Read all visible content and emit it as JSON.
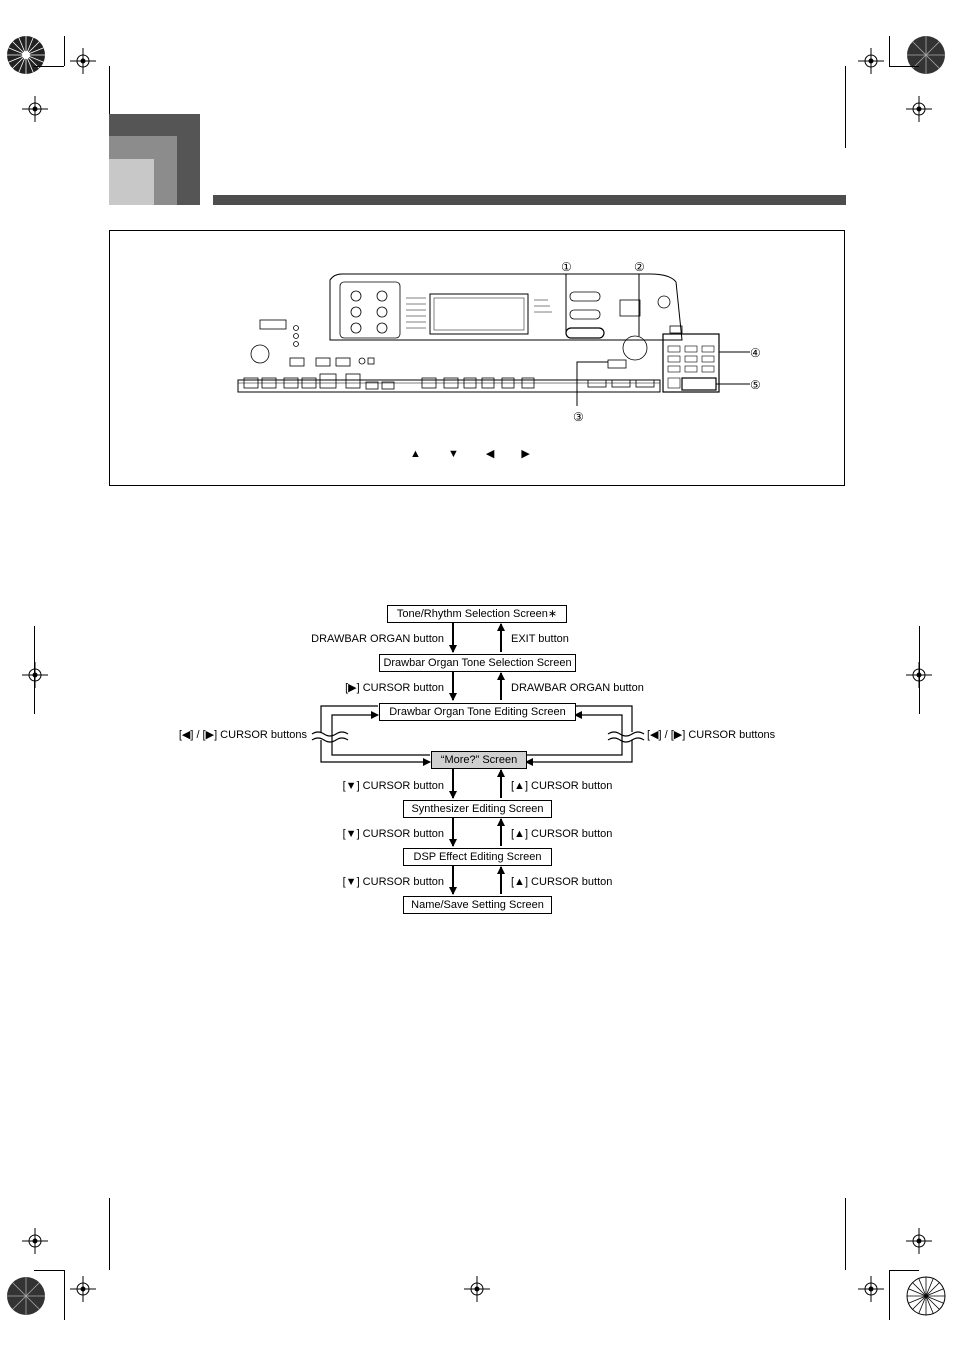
{
  "panel": {
    "callouts": [
      "①",
      "②",
      "③",
      "④",
      "⑤"
    ],
    "cursor_arrows": "▲ ▼ ◀ ▶"
  },
  "flow": {
    "boxes": [
      "Tone/Rhythm Selection Screen∗",
      "Drawbar Organ Tone Selection Screen",
      "Drawbar Organ Tone Editing Screen",
      "“More?” Screen",
      "Synthesizer Editing Screen",
      "DSP Effect Editing Screen",
      "Name/Save Setting Screen"
    ],
    "left_labels": [
      "DRAWBAR ORGAN button",
      "[▶] CURSOR button",
      "[▼] CURSOR button",
      "[▼] CURSOR button",
      "[▼] CURSOR button"
    ],
    "right_labels": [
      "EXIT button",
      "DRAWBAR ORGAN button",
      "[▲] CURSOR button",
      "[▲] CURSOR button",
      "[▲] CURSOR button"
    ],
    "side_left": "[◀] / [▶] CURSOR buttons",
    "side_right": "[◀] / [▶] CURSOR buttons"
  },
  "colors": {
    "title_bar": "#4d4d4d",
    "more_box": "#d0d0d0"
  }
}
